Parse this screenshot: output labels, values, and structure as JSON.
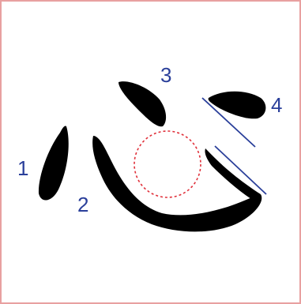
{
  "diagram": {
    "character": "心",
    "stroke_labels": [
      "1",
      "2",
      "3",
      "4"
    ],
    "colors": {
      "ink": "#000000",
      "label": "#2a3f9a",
      "guide_circle": "#e0303a",
      "guide_lines": "#2a3f9a",
      "border": "#e8a0a0"
    }
  }
}
